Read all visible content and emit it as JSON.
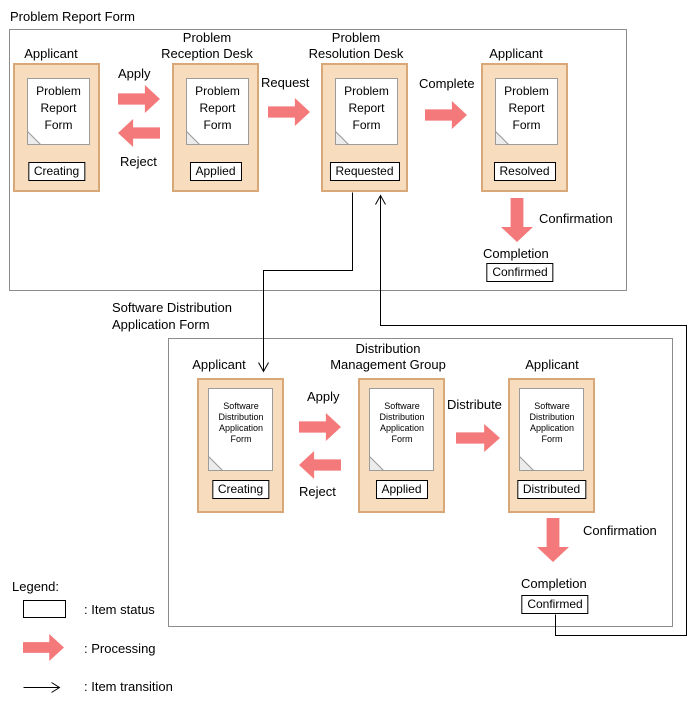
{
  "page_title": "Problem Report Form",
  "problem_section": {
    "stations": [
      {
        "label_lines": [
          "Applicant"
        ],
        "doc_lines": [
          "Problem",
          "Report",
          "Form"
        ],
        "status": "Creating"
      },
      {
        "label_lines": [
          "Problem",
          "Reception Desk"
        ],
        "doc_lines": [
          "Problem",
          "Report",
          "Form"
        ],
        "status": "Applied"
      },
      {
        "label_lines": [
          "Problem",
          "Resolution Desk"
        ],
        "doc_lines": [
          "Problem",
          "Report",
          "Form"
        ],
        "status": "Requested"
      },
      {
        "label_lines": [
          "Applicant"
        ],
        "doc_lines": [
          "Problem",
          "Report",
          "Form"
        ],
        "status": "Resolved"
      }
    ],
    "flow_labels": {
      "apply": "Apply",
      "reject": "Reject",
      "request": "Request",
      "complete": "Complete",
      "confirmation": "Confirmation",
      "completion": "Completion"
    },
    "confirmed_status": "Confirmed"
  },
  "software_section": {
    "title_lines": [
      "Software Distribution",
      "Application Form"
    ],
    "stations": [
      {
        "label_lines": [
          "Applicant"
        ],
        "doc_lines": [
          "Software",
          "Distribution",
          "Application",
          "Form"
        ],
        "status": "Creating"
      },
      {
        "label_lines": [
          "Distribution",
          "Management Group"
        ],
        "doc_lines": [
          "Software",
          "Distribution",
          "Application",
          "Form"
        ],
        "status": "Applied"
      },
      {
        "label_lines": [
          "Applicant"
        ],
        "doc_lines": [
          "Software",
          "Distribution",
          "Application",
          "Form"
        ],
        "status": "Distributed"
      }
    ],
    "flow_labels": {
      "apply": "Apply",
      "reject": "Reject",
      "distribute": "Distribute",
      "confirmation": "Confirmation",
      "completion": "Completion"
    },
    "confirmed_status": "Confirmed"
  },
  "legend": {
    "title": "Legend:",
    "item_status": ": Item status",
    "processing": ": Processing",
    "item_transition": ": Item transition"
  },
  "colors": {
    "station_fill": "#F7DDBE",
    "station_border": "#D8A878",
    "processing_arrow": "#F4797B",
    "section_border": "#8C8C8C",
    "document_border": "#9C9C9C"
  }
}
